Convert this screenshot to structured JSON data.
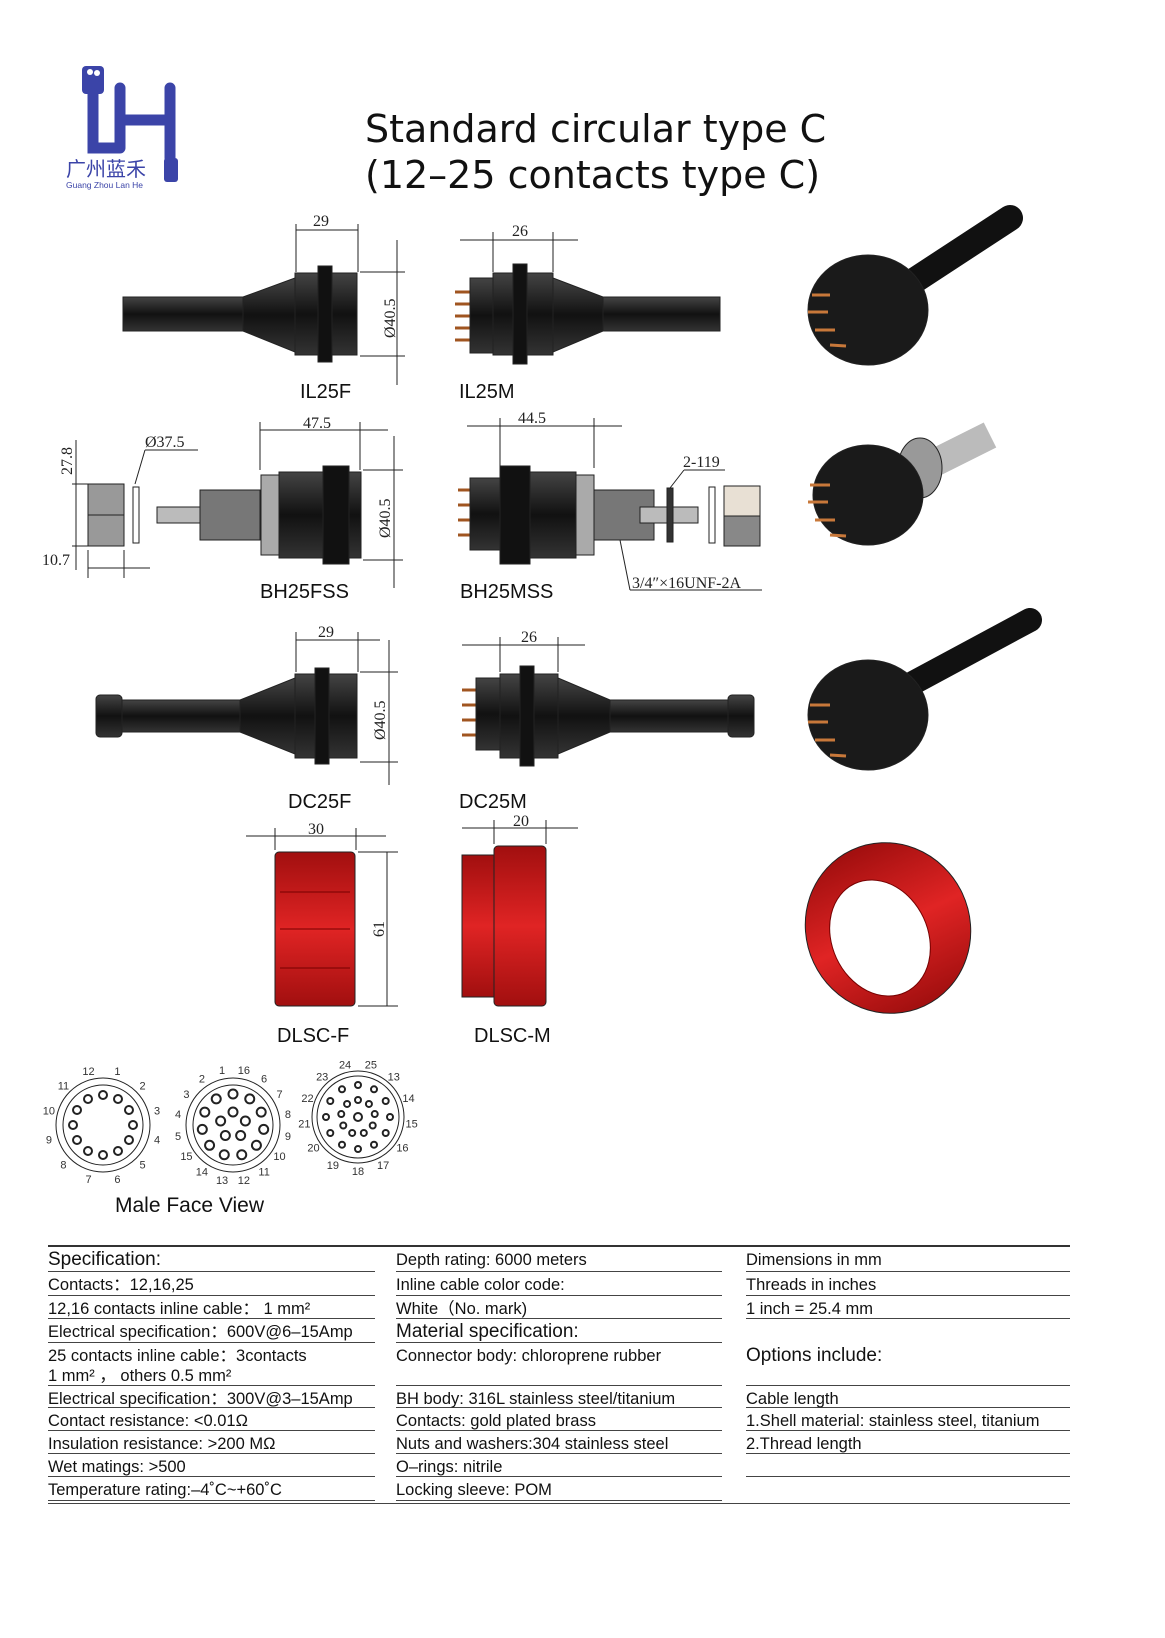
{
  "logo": {
    "text_cn": "广州蓝禾",
    "text_en": "Guang Zhou Lan He",
    "color": "#3b44a8"
  },
  "title": {
    "line1": "Standard circular type C",
    "line2": "(12–25 contacts type C)"
  },
  "products": [
    {
      "name": "IL25F",
      "dims": [
        "29",
        "Ø40.5"
      ]
    },
    {
      "name": "IL25M",
      "dims": [
        "26"
      ]
    },
    {
      "name": "BH25FSS",
      "dims": [
        "47.5",
        "Ø40.5",
        "Ø37.5",
        "27.8",
        "10.7"
      ]
    },
    {
      "name": "BH25MSS",
      "dims": [
        "44.5",
        "2-119",
        "3/4″×16UNF-2A"
      ]
    },
    {
      "name": "DC25F",
      "dims": [
        "29",
        "Ø40.5"
      ]
    },
    {
      "name": "DC25M",
      "dims": [
        "26"
      ]
    },
    {
      "name": "DLSC-F",
      "dims": [
        "30",
        "61"
      ]
    },
    {
      "name": "DLSC-M",
      "dims": [
        "20"
      ]
    }
  ],
  "colors": {
    "body": "#1a1a1a",
    "contacts": "#c8783a",
    "sleeve": "#d81e1e"
  },
  "face_view": {
    "caption": "Male Face View",
    "c12": [
      "1",
      "2",
      "3",
      "4",
      "5",
      "6",
      "7",
      "8",
      "9",
      "10",
      "11",
      "12"
    ],
    "c16": [
      "16",
      "6",
      "7",
      "8",
      "9",
      "10",
      "11",
      "12",
      "13",
      "14",
      "15",
      "5",
      "4",
      "3",
      "2",
      "1"
    ],
    "c25": [
      "25",
      "13",
      "14",
      "15",
      "16",
      "17",
      "18",
      "19",
      "20",
      "21",
      "22",
      "23",
      "24"
    ]
  },
  "spec": {
    "col1": [
      {
        "text": "Specification:",
        "bold": true
      },
      {
        "text": "Contacts：12,16,25"
      },
      {
        "text": "12,16 contacts inline cable：  1 mm²"
      },
      {
        "text": "Electrical specification：600V@6–15Amp"
      },
      {
        "text": "25 contacts inline cable：3contacts",
        "text2": "1 mm² ， others 0.5 mm²"
      },
      {
        "text": "Electrical specification：300V@3–15Amp"
      },
      {
        "text": "Contact resistance: <0.01Ω"
      },
      {
        "text": "Insulation resistance: >200 MΩ"
      },
      {
        "text": "Wet matings: >500"
      },
      {
        "text": "Temperature rating:–4˚C~+60˚C"
      }
    ],
    "col2": [
      {
        "text": "Depth rating: 6000 meters"
      },
      {
        "text": "Inline cable color code:"
      },
      {
        "text": "White（No. mark)"
      },
      {
        "text": "Material specification:",
        "bold": true
      },
      {
        "text": "Connector body: chloroprene rubber"
      },
      {
        "text": "BH body: 316L stainless steel/titanium"
      },
      {
        "text": "Contacts: gold plated brass"
      },
      {
        "text": "Nuts and washers:304 stainless steel"
      },
      {
        "text": "O–rings: nitrile"
      },
      {
        "text": "Locking sleeve: POM"
      }
    ],
    "col3": [
      {
        "text": "Dimensions in mm"
      },
      {
        "text": "Threads in inches"
      },
      {
        "text": "1 inch = 25.4 mm"
      },
      {
        "text": "",
        "none": true
      },
      {
        "text": "Options include:",
        "bold": true
      },
      {
        "text": "Cable length"
      },
      {
        "text": "1.Shell material: stainless steel, titanium"
      },
      {
        "text": "2.Thread length"
      },
      {
        "text": ""
      },
      {
        "text": "",
        "none": true
      }
    ]
  }
}
